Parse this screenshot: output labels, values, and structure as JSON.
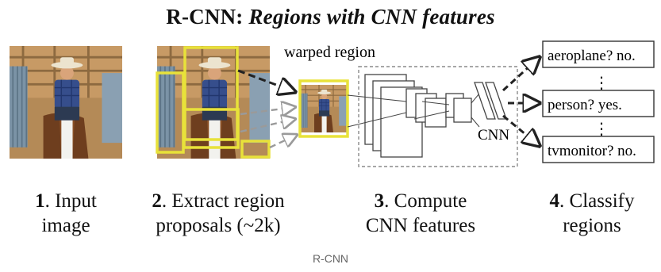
{
  "title": {
    "prefix": "R-CNN:",
    "emphasis": "Regions with CNN features"
  },
  "warped_region_label": "warped region",
  "cnn_label": "CNN",
  "classes": [
    {
      "label": "aeroplane? no."
    },
    {
      "label": "person? yes."
    },
    {
      "label": "tvmonitor? no."
    }
  ],
  "ellipsis": "⋮",
  "stages": [
    {
      "num": "1",
      "line1": ". Input",
      "line2": "image"
    },
    {
      "num": "2",
      "line1": ". Extract region",
      "line2": "proposals (~2k)"
    },
    {
      "num": "3",
      "line1": ". Compute",
      "line2": "CNN features"
    },
    {
      "num": "4",
      "line1": ". Classify",
      "line2": "regions"
    }
  ],
  "caption": "R-CNN",
  "colors": {
    "proposal_box": "#e8e23a",
    "arrow": "#222222",
    "arrow_faded": "#9a9a9a",
    "dashed_frame": "#8a8a8a"
  },
  "icons": [
    "input-photo",
    "proposal-photo",
    "warped-photo"
  ]
}
